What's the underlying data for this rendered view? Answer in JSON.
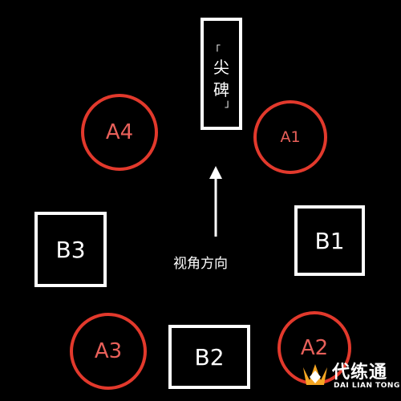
{
  "stele": {
    "bracket_open": "「",
    "char1": "尖",
    "char2": "碑",
    "bracket_close": "」"
  },
  "markers": {
    "a1": "A1",
    "a2": "A2",
    "a3": "A3",
    "a4": "A4"
  },
  "blocks": {
    "b1": "B1",
    "b2": "B2",
    "b3": "B3"
  },
  "view_direction_label": "视角方向",
  "arrow_icon": "up-arrow-icon",
  "watermark": {
    "title": "代练通",
    "subtitle": "DAI LIAN TONG",
    "icon": "crown-logo-icon"
  },
  "colors": {
    "background": "#000000",
    "circle_stroke": "#e2392c",
    "circle_text": "#e8605a",
    "box_stroke": "#ffffff",
    "logo_orange": "#f5a623"
  }
}
